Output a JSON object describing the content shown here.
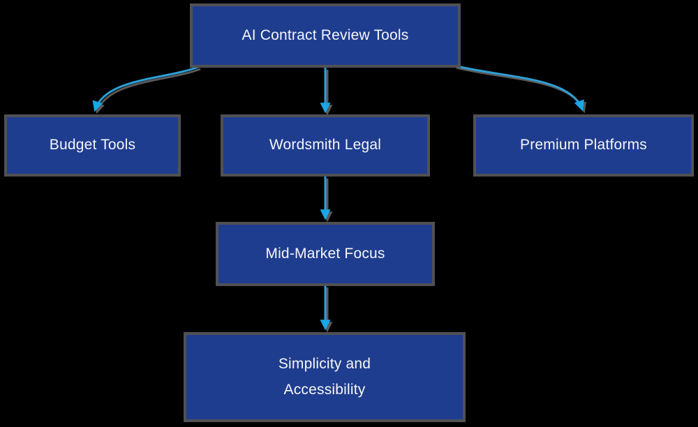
{
  "diagram": {
    "type": "flowchart",
    "nodes": [
      {
        "id": "root",
        "label": "AI Contract Review Tools"
      },
      {
        "id": "budget",
        "label": "Budget Tools"
      },
      {
        "id": "wordsmith",
        "label": "Wordsmith Legal"
      },
      {
        "id": "premium",
        "label": "Premium Platforms"
      },
      {
        "id": "midmarket",
        "label": "Mid-Market Focus"
      },
      {
        "id": "simplicity",
        "label": "Simplicity and Accessibility"
      }
    ],
    "edges": [
      {
        "from": "AI Contract Review Tools",
        "to": "Budget Tools"
      },
      {
        "from": "AI Contract Review Tools",
        "to": "Wordsmith Legal"
      },
      {
        "from": "AI Contract Review Tools",
        "to": "Premium Platforms"
      },
      {
        "from": "Wordsmith Legal",
        "to": "Mid-Market Focus"
      },
      {
        "from": "Mid-Market Focus",
        "to": "Simplicity and Accessibility"
      }
    ]
  },
  "colors": {
    "background": "#000000",
    "node_fill": "#1f3d8f",
    "node_border": "#515154",
    "node_text": "#f5f6f8",
    "arrow": "#2d9fd6",
    "arrowhead": "#18a7e8",
    "shadow": "#5a5a5c"
  }
}
